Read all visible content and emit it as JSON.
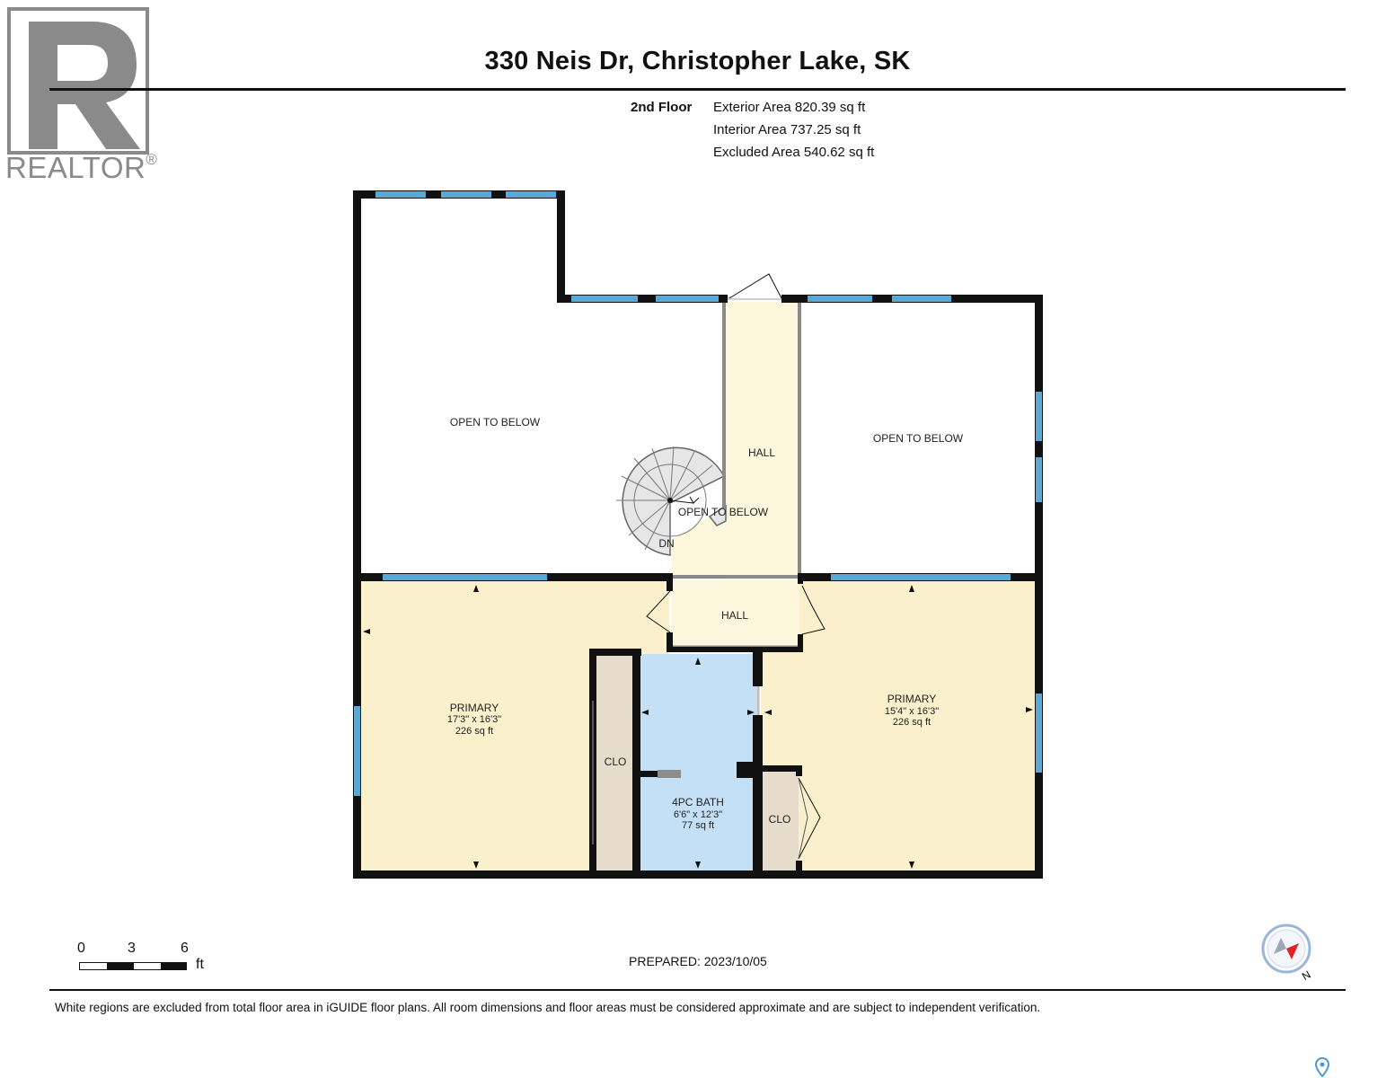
{
  "header": {
    "title": "330 Neis Dr, Christopher Lake, SK",
    "floor_label": "2nd Floor",
    "areas": [
      "Exterior Area 820.39 sq ft",
      "Interior Area 737.25 sq ft",
      "Excluded Area 540.62 sq ft"
    ]
  },
  "logo": {
    "icon": "realtor-r-logo-icon",
    "word": "REALTOR",
    "mark": "®"
  },
  "rooms": {
    "open_left": "OPEN TO BELOW",
    "open_right": "OPEN TO BELOW",
    "open_stair": "OPEN TO BELOW",
    "hall_upper": "HALL",
    "hall_lower": "HALL",
    "dn": "DN",
    "primary_left": {
      "name": "PRIMARY",
      "dims": "17'3\" x 16'3\"",
      "area": "226 sq ft"
    },
    "primary_right": {
      "name": "PRIMARY",
      "dims": "15'4\" x 16'3\"",
      "area": "226 sq ft"
    },
    "bath": {
      "name": "4PC BATH",
      "dims": "6'6\" x 12'3\"",
      "area": "77 sq ft"
    },
    "clo_left": "CLO",
    "clo_right": "CLO"
  },
  "scale": {
    "labels": [
      "0",
      "3",
      "6"
    ],
    "unit": "ft"
  },
  "prepared": "PREPARED: 2023/10/05",
  "compass": {
    "icon": "compass-icon",
    "label": "N"
  },
  "disclaimer": "White regions are excluded from total floor area in iGUIDE floor plans. All room dimensions and floor areas must be considered approximate and are subject to independent verification.",
  "colors": {
    "wall": "#111111",
    "window": "#5aa8d6",
    "room_primary": "#fbf0cc",
    "room_hall": "#fcf7dc",
    "room_bath": "#c4e0f7",
    "room_closet": "#e6dccb",
    "stair": "#e2e2e2"
  }
}
